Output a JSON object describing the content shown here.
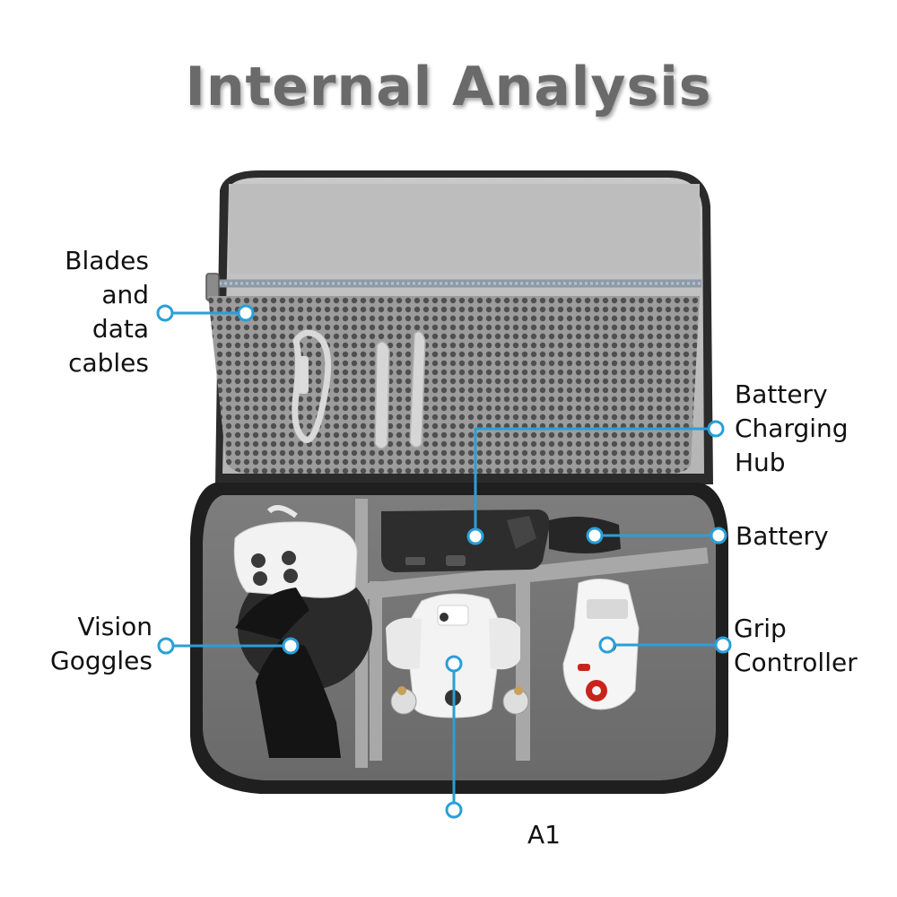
{
  "title": "Internal Analysis",
  "accent_color": "#2a9fd8",
  "callouts": {
    "blades_cables": [
      "Blades",
      "and",
      "data",
      "cables"
    ],
    "charging_hub": [
      "Battery",
      "Charging",
      "Hub"
    ],
    "battery": [
      "Battery"
    ],
    "vision_goggles": [
      "Vision",
      "Goggles"
    ],
    "grip_controller": [
      "Grip",
      "Controller"
    ],
    "a1": [
      "A1"
    ]
  }
}
